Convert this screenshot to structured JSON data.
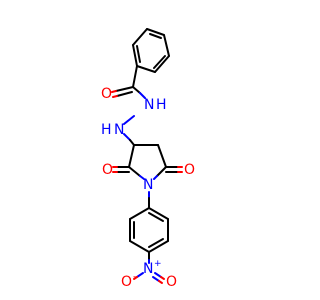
{
  "molecule": {
    "atoms": {
      "carbonyl_o": "O",
      "hydrazide_nh_1": "N",
      "hydrazide_h_1": "H",
      "hydrazide_nh_2": "H",
      "hydrazide_n_2": "N",
      "imide_o_left": "O",
      "imide_n": "N",
      "imide_o_right": "O",
      "nitro_n": "N",
      "nitro_o_left": "O",
      "nitro_o_right": "O",
      "nitro_plus": "+",
      "nitro_minus": "-"
    },
    "colors": {
      "bond": "#000000",
      "oxygen": "#ff0000",
      "nitrogen": "#0000ff"
    }
  }
}
